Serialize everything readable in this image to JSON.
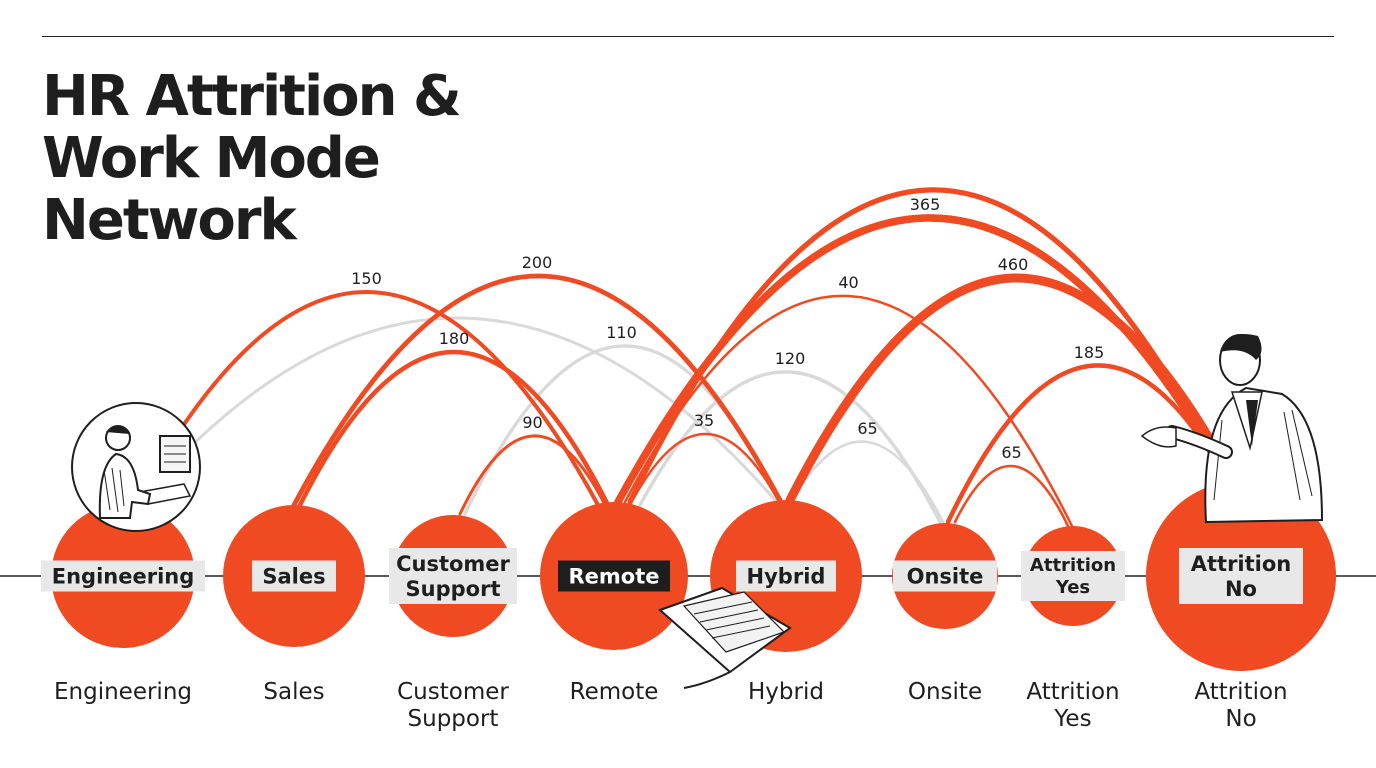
{
  "title_lines": [
    "HR Attrition &",
    "Work Mode",
    "Network"
  ],
  "colors": {
    "accent": "#f04a22",
    "muted": "#d9d9d9",
    "ink": "#1e1e1e",
    "label_bg": "#e8e8e8",
    "label_dark_bg": "#1e1e1e"
  },
  "illustrations": [
    "programmer-at-computer-icon",
    "open-newspaper-icon",
    "businessman-gesturing-icon"
  ],
  "nodes": [
    {
      "id": "engineering",
      "inner": [
        "Engineering"
      ],
      "outer": [
        "Engineering"
      ]
    },
    {
      "id": "sales",
      "inner": [
        "Sales"
      ],
      "outer": [
        "Sales"
      ]
    },
    {
      "id": "customer-support",
      "inner": [
        "Customer",
        "Support"
      ],
      "outer": [
        "Customer",
        "Support"
      ]
    },
    {
      "id": "remote",
      "inner": [
        "Remote"
      ],
      "outer": [
        "Remote"
      ],
      "highlight": true
    },
    {
      "id": "hybrid",
      "inner": [
        "Hybrid"
      ],
      "outer": [
        "Hybrid"
      ]
    },
    {
      "id": "onsite",
      "inner": [
        "Onsite"
      ],
      "outer": [
        "Onsite"
      ]
    },
    {
      "id": "attrition-yes",
      "inner": [
        "Attrition",
        "Yes"
      ],
      "outer": [
        "Attrition",
        "Yes"
      ]
    },
    {
      "id": "attrition-no",
      "inner": [
        "Attrition",
        "No"
      ],
      "outer": [
        "Attrition",
        "No"
      ]
    }
  ],
  "edges": [
    {
      "source": "engineering",
      "target": "remote",
      "value": 150,
      "style": "accent"
    },
    {
      "source": "engineering",
      "target": "hybrid",
      "value": 0,
      "style": "muted"
    },
    {
      "source": "sales",
      "target": "hybrid",
      "value": 200,
      "style": "accent"
    },
    {
      "source": "sales",
      "target": "remote",
      "value": 180,
      "style": "accent"
    },
    {
      "source": "customer-support",
      "target": "remote",
      "value": 90,
      "style": "accent"
    },
    {
      "source": "customer-support",
      "target": "hybrid",
      "value": 110,
      "style": "muted"
    },
    {
      "source": "remote",
      "target": "hybrid",
      "value": 35,
      "style": "accent"
    },
    {
      "source": "remote",
      "target": "onsite",
      "value": 120,
      "style": "muted"
    },
    {
      "source": "remote",
      "target": "attrition-no",
      "value": 365,
      "style": "accent"
    },
    {
      "source": "remote",
      "target": "attrition-yes",
      "value": 40,
      "style": "accent"
    },
    {
      "source": "hybrid",
      "target": "onsite",
      "value": 65,
      "style": "muted"
    },
    {
      "source": "hybrid",
      "target": "attrition-no",
      "value": 460,
      "style": "accent"
    },
    {
      "source": "onsite",
      "target": "attrition-yes",
      "value": 65,
      "style": "accent"
    },
    {
      "source": "onsite",
      "target": "attrition-no",
      "value": 185,
      "style": "accent"
    }
  ]
}
